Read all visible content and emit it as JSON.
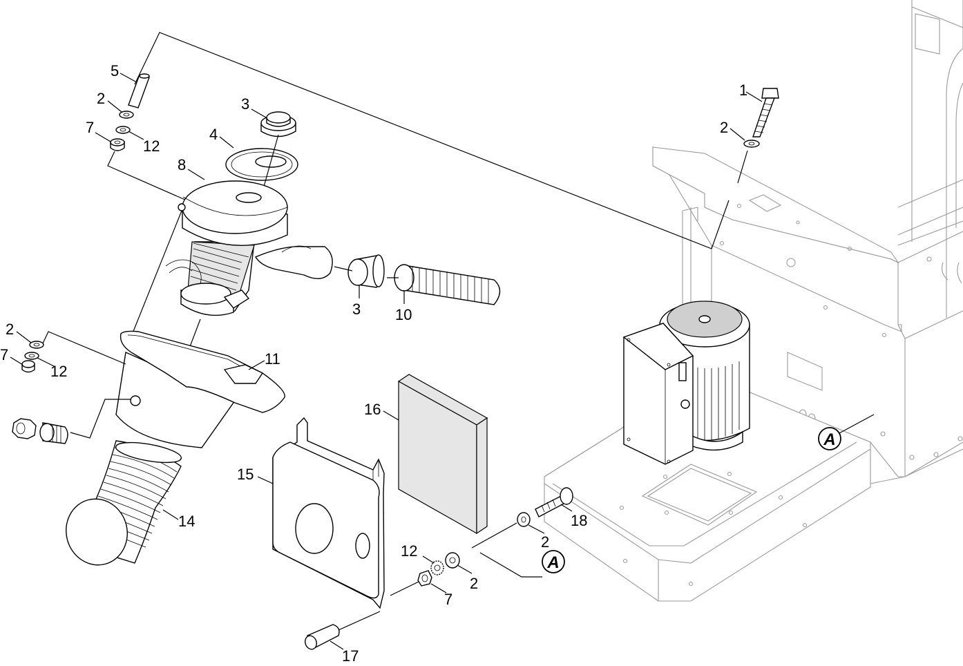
{
  "callouts": {
    "c1": "1",
    "c2_top_right": "2",
    "c5": "5",
    "c2_top_left": "2",
    "c7_top_left": "7",
    "c12_top_left": "12",
    "c3_top": "3",
    "c4": "4",
    "c8": "8",
    "c3_mid": "3",
    "c10": "10",
    "c11": "11",
    "c2_left": "2",
    "c7_left": "7",
    "c12_left": "12",
    "c14": "14",
    "c16": "16",
    "c15": "15",
    "c18": "18",
    "c2_bottom_a": "2",
    "c12_bottom": "12",
    "c2_bottom_b": "2",
    "c7_bottom": "7",
    "c17": "17"
  },
  "references": {
    "ref_frame": "A",
    "ref_bottom": "A"
  },
  "colors": {
    "line": "#000000",
    "frame_line": "#9a9a9a",
    "filter_fill": "#e6e6e6"
  }
}
